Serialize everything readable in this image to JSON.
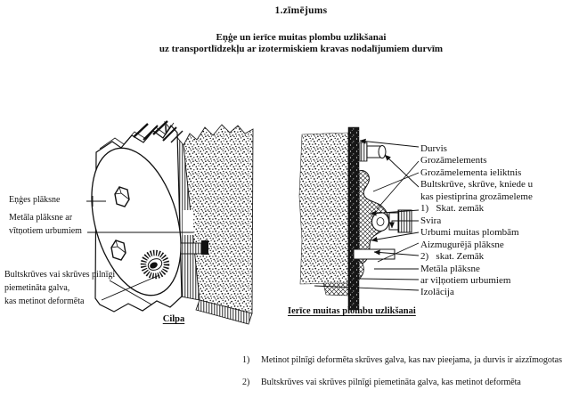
{
  "title": "1.zīmējums",
  "subtitle": {
    "line1": "Eņģe un ierīce muitas plombu uzlikšanai",
    "line2": "uz transportlīdzekļu ar izotermiskiem kravas nodalījumiem durvīm"
  },
  "left_diagram": {
    "caption": "Cilpa",
    "labels": {
      "hinge_plate": "Eņģes plāksne",
      "metal_plate": "Metāla plāksne ar\nvītņotiem urbumiem",
      "welded_bolt": "Bultskrūves vai skrūves pilnīgi\npiemetināta galva,\nkas metinot deformēta"
    }
  },
  "right_diagram": {
    "caption": "Ierīce muitas plombu uzlikšanai",
    "labels": [
      "Durvis",
      "Grozāmelements",
      "Grozāmelementa ieliktnis",
      "Bultskrūve, skrūve, kniede u",
      "kas piestiprina grozāmeleme",
      "1)   Skat. zemāk",
      "Svira",
      "Urbumi muitas plombām",
      "Aizmugurējā plāksne",
      "2)   skat. Zemāk",
      "Metāla plāksne",
      "ar viļņotiem urbumiem",
      "Izolācija"
    ]
  },
  "notes": [
    {
      "num": "1)",
      "text": "Metinot pilnīgi deformēta skrūves galva, kas nav pieejama, ja durvis ir aizzīmogotas"
    },
    {
      "num": "2)",
      "text": "Bultskrūves vai skrūves pilnīgi piemetināta galva, kas metinot deformēta"
    }
  ],
  "colors": {
    "ink": "#111111",
    "paper": "#ffffff"
  }
}
